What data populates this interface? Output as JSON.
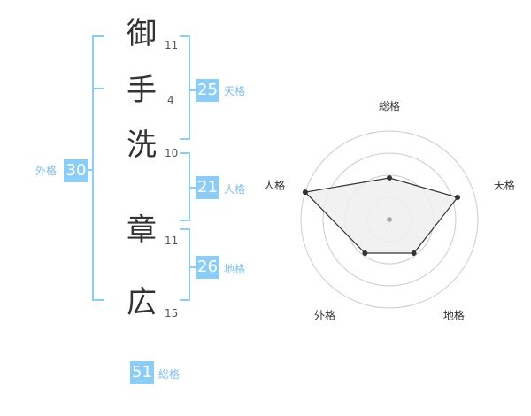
{
  "name_chars": [
    {
      "char": "御",
      "strokes": "11"
    },
    {
      "char": "手",
      "strokes": "4"
    },
    {
      "char": "洗",
      "strokes": "10"
    },
    {
      "char": "章",
      "strokes": "11"
    },
    {
      "char": "広",
      "strokes": "15"
    }
  ],
  "kaku": {
    "ten": {
      "value": "25",
      "label": "天格"
    },
    "jin": {
      "value": "21",
      "label": "人格"
    },
    "chi": {
      "value": "26",
      "label": "地格"
    },
    "gai": {
      "value": "30",
      "label": "外格"
    },
    "sou": {
      "value": "51",
      "label": "総格"
    }
  },
  "radar": {
    "axes": [
      "総格",
      "天格",
      "地格",
      "外格",
      "人格"
    ],
    "levels": 4,
    "values": [
      0.47,
      0.81,
      0.47,
      0.47,
      1.0
    ],
    "colors": {
      "ring": "#cccccc",
      "fill": "#eeeeee",
      "line": "#333333",
      "point": "#333333",
      "center": "#aaaaaa"
    }
  }
}
